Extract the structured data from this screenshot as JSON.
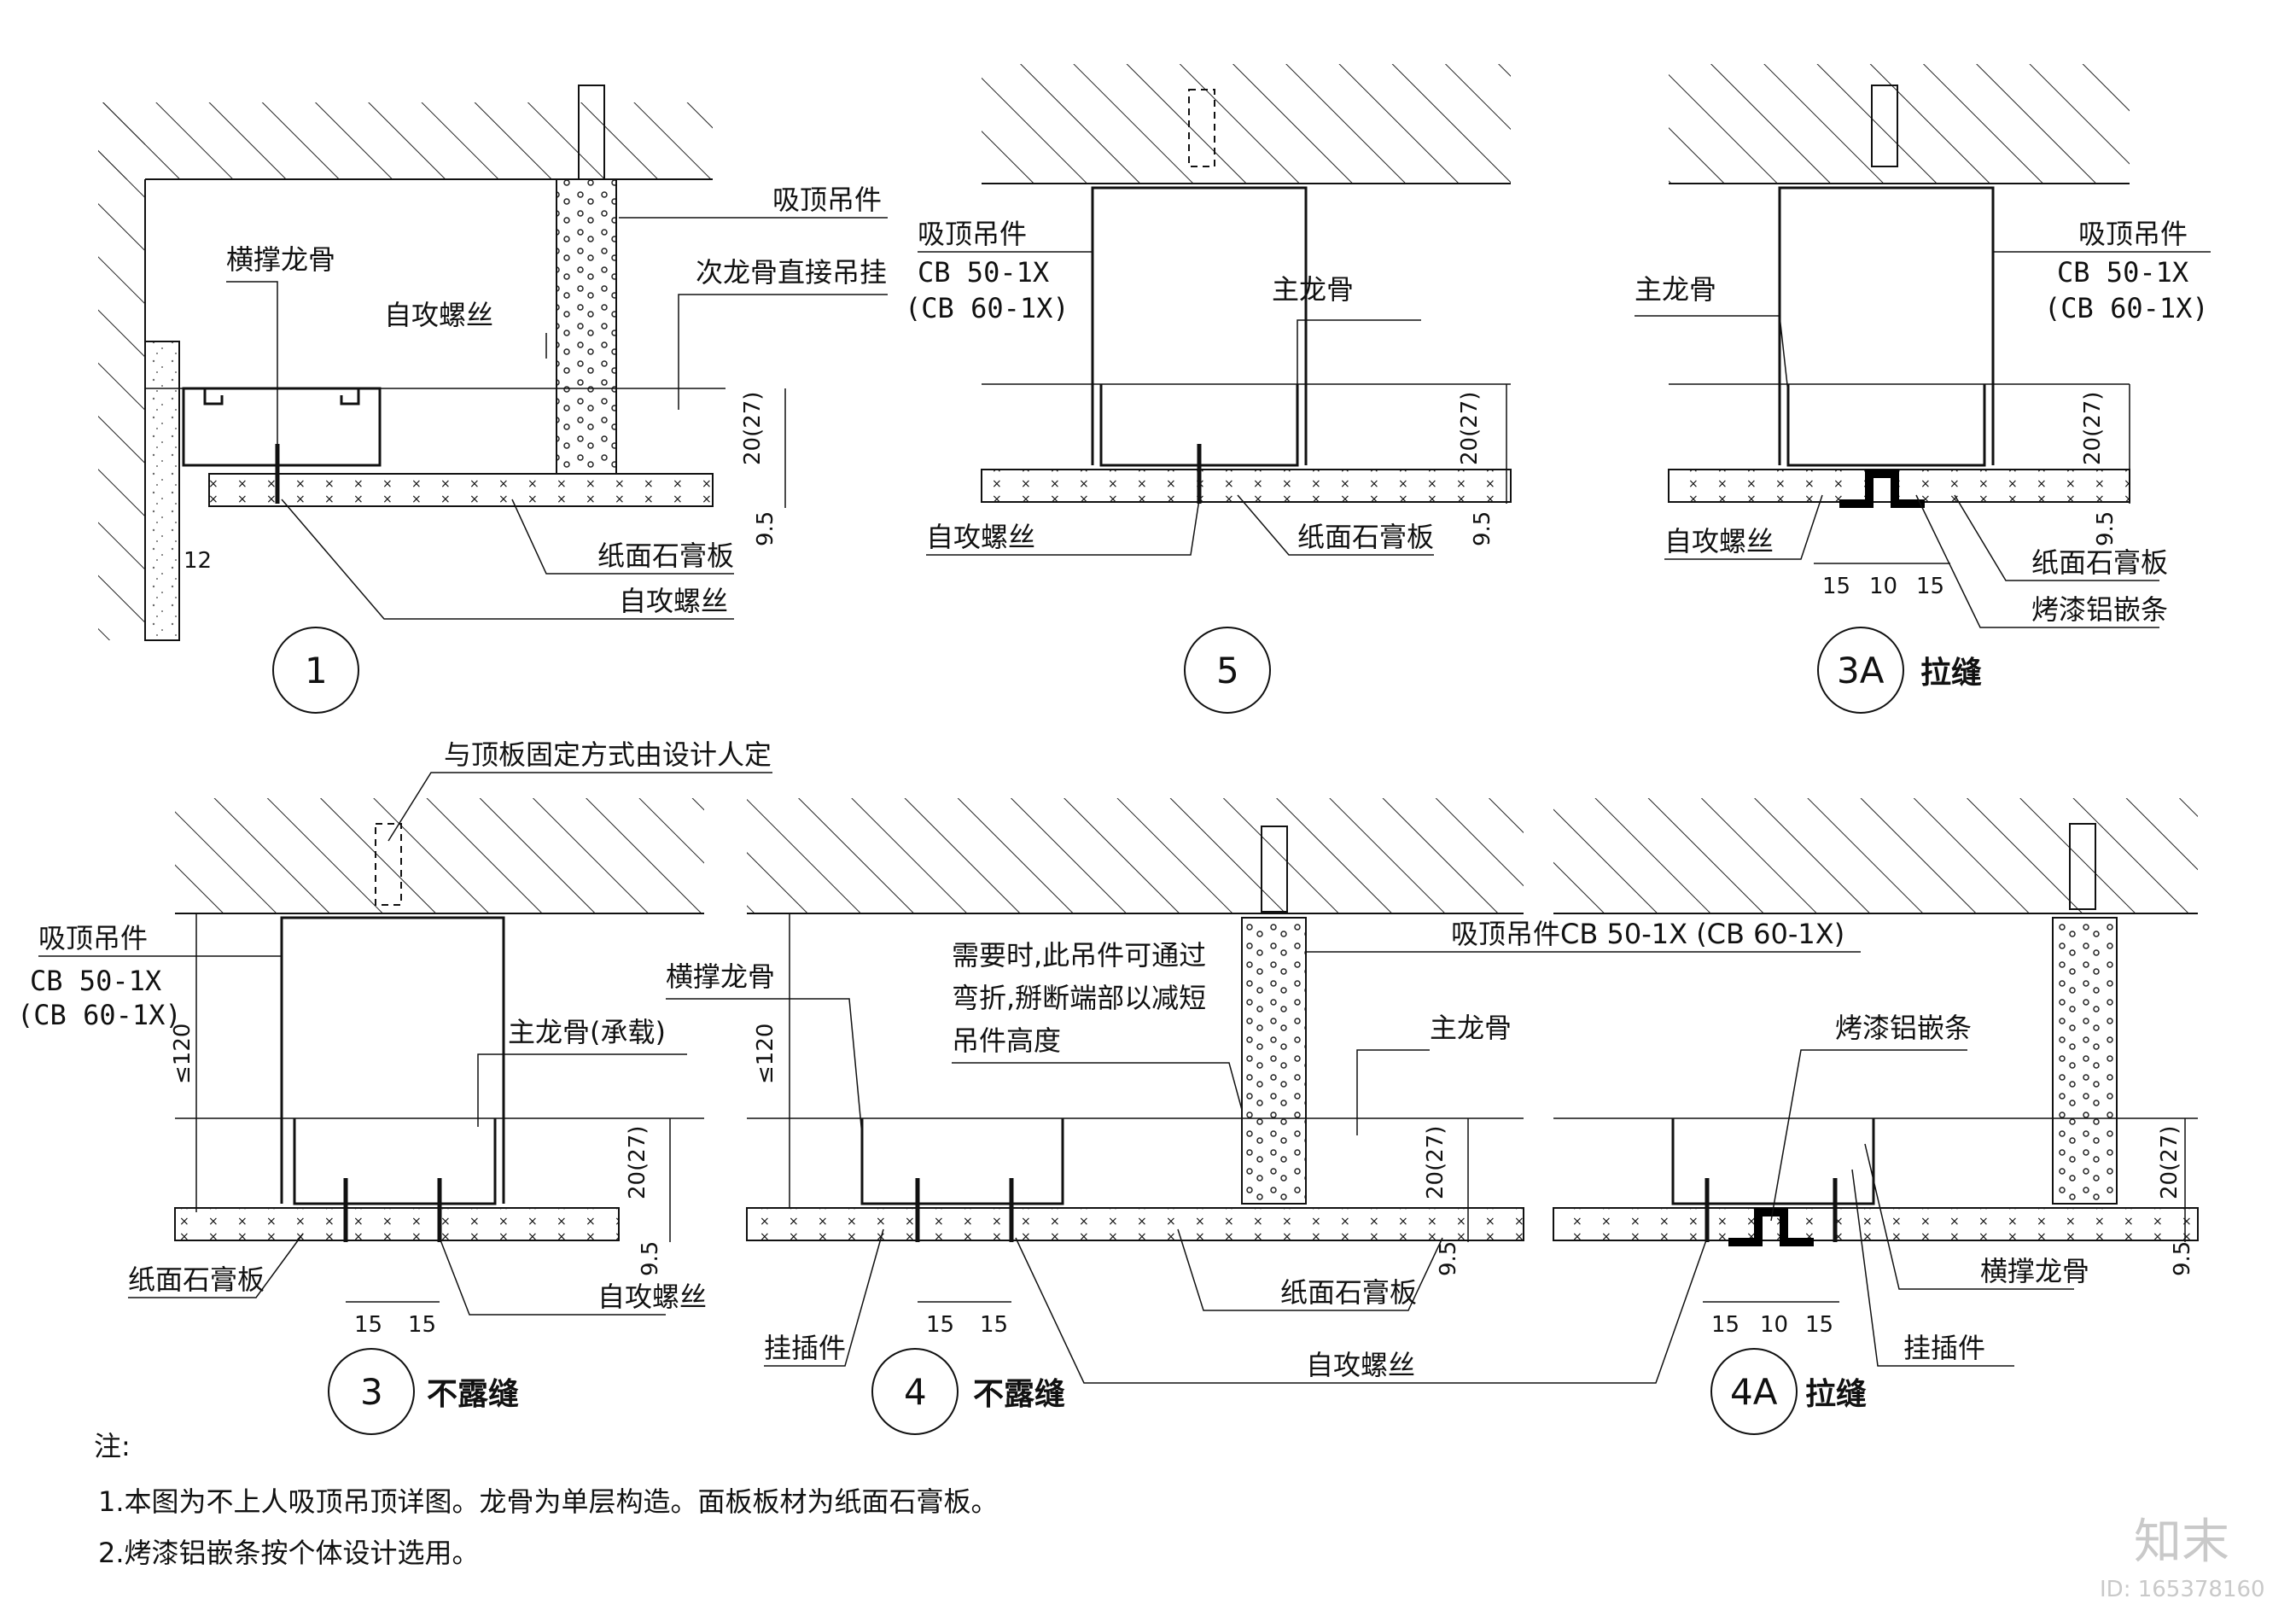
{
  "detail1": {
    "number": "1",
    "labels": [
      "吸顶吊件",
      "横撑龙骨",
      "自攻螺丝",
      "次龙骨直接吊挂",
      "纸面石膏板",
      "自攻螺丝"
    ],
    "dims": [
      "20(27)",
      "9.5",
      "12"
    ]
  },
  "detail5": {
    "number": "5",
    "labels": [
      "吸顶吊件",
      "CB 50-1X",
      "(CB 60-1X)",
      "主龙骨",
      "自攻螺丝",
      "纸面石膏板"
    ],
    "dims": [
      "20(27)",
      "9.5"
    ]
  },
  "detail3A": {
    "number": "3A",
    "tag": "拉缝",
    "labels": [
      "吸顶吊件",
      "CB 50-1X",
      "(CB 60-1X)",
      "主龙骨",
      "自攻螺丝",
      "纸面石膏板",
      "烤漆铝嵌条"
    ],
    "dims": [
      "20(27)",
      "9.5",
      "15",
      "10",
      "15"
    ]
  },
  "detail3": {
    "number": "3",
    "tag": "不露缝",
    "labels": [
      "与顶板固定方式由设计人定",
      "吸顶吊件",
      "CB 50-1X",
      "(CB 60-1X)",
      "主龙骨(承载)",
      "纸面石膏板",
      "自攻螺丝"
    ],
    "dims": [
      "≤120",
      "20(27)",
      "9.5",
      "15",
      "15"
    ]
  },
  "detail4": {
    "number": "4",
    "tag": "不露缝",
    "labels": [
      "横撑龙骨",
      "需要时,此吊件可通过",
      "弯折,掰断端部以减短",
      "吊件高度",
      "吸顶吊件CB 50-1X (CB 60-1X)",
      "主龙骨",
      "挂插件",
      "纸面石膏板"
    ],
    "dims": [
      "≤120",
      "20(27)",
      "9.5",
      "15",
      "15"
    ]
  },
  "detail4A": {
    "number": "4A",
    "tag": "拉缝",
    "labels": [
      "烤漆铝嵌条",
      "横撑龙骨",
      "挂插件",
      "自攻螺丝"
    ],
    "dims": [
      "20(27)",
      "9.5",
      "15",
      "10",
      "15"
    ]
  },
  "notes": {
    "title": "注:",
    "lines": [
      "1.本图为不上人吸顶吊顶详图。龙骨为单层构造。面板板材为纸面石膏板。",
      "2.烤漆铝嵌条按个体设计选用。"
    ]
  },
  "watermark": {
    "logo": "知末",
    "id": "ID: 165378160"
  }
}
